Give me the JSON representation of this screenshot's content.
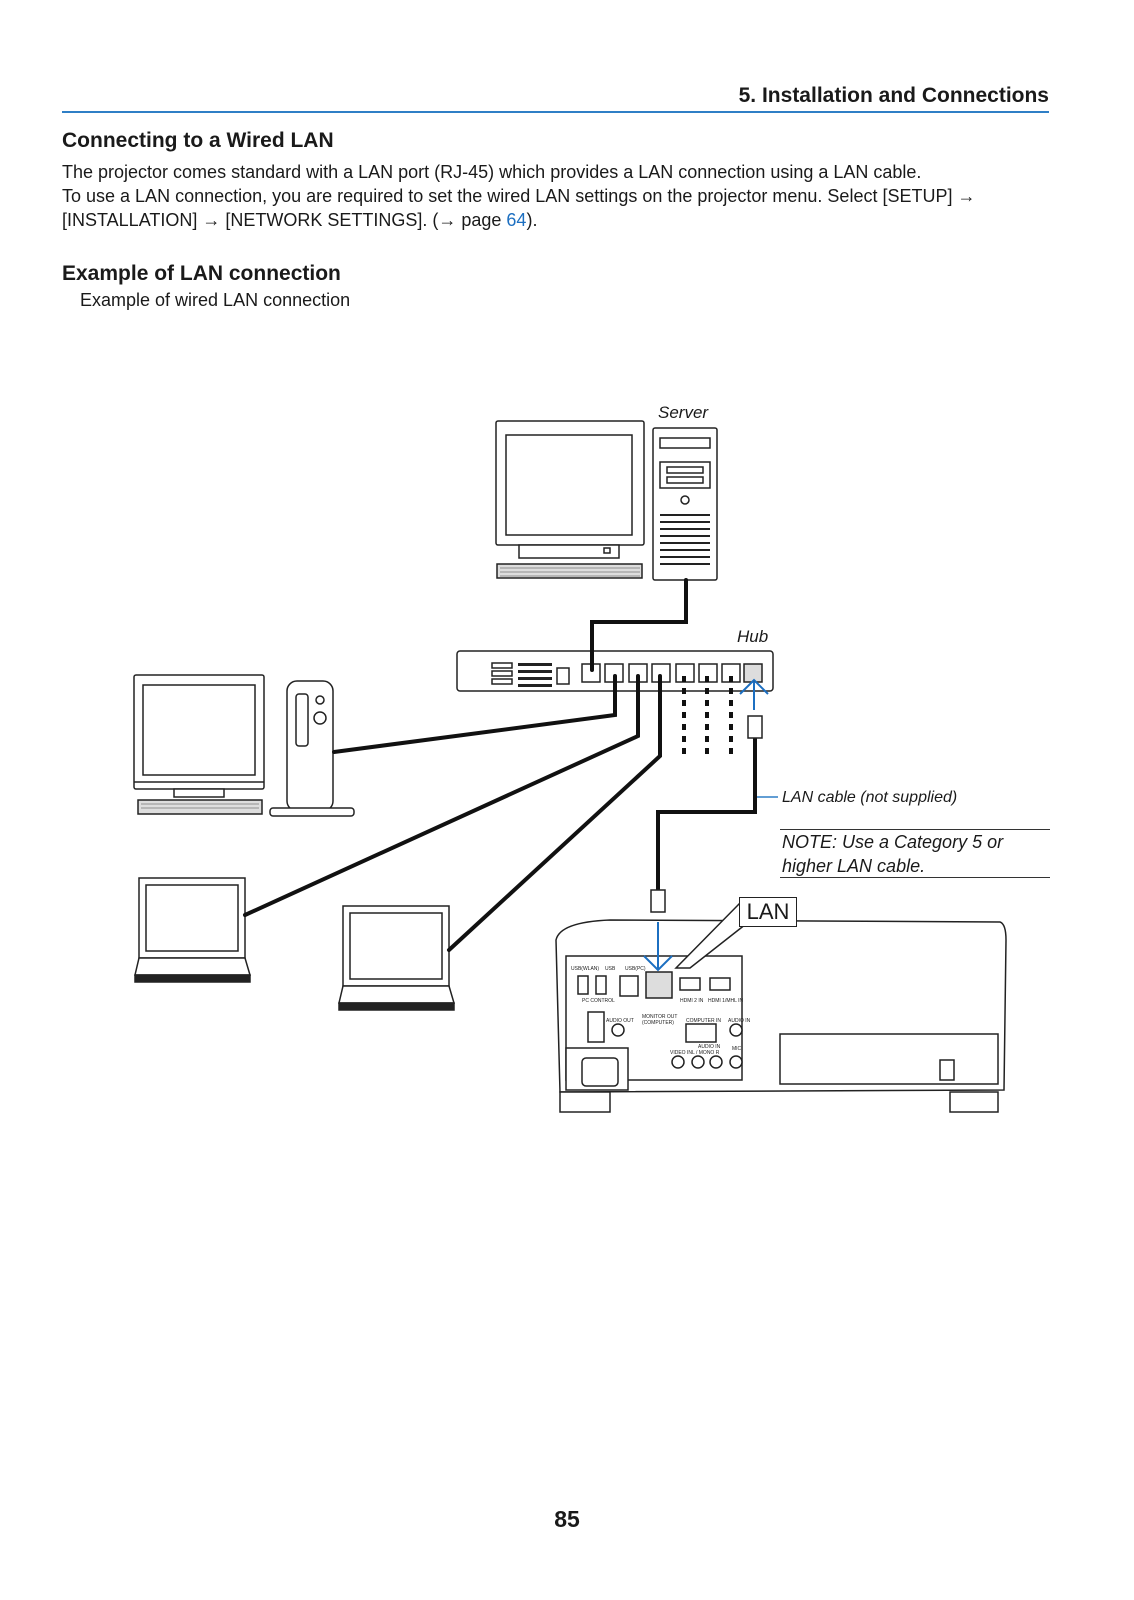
{
  "header": {
    "section": "5. Installation and Connections"
  },
  "wired_lan": {
    "heading": "Connecting to a Wired LAN",
    "line1": "The projector comes standard with a LAN port (RJ-45) which provides a LAN connection using a LAN cable.",
    "line2_pre": "To use a LAN connection, you are required to set the wired LAN settings on the projector menu. Select [SETUP] → [INSTALLATION] → [NETWORK SETTINGS]. (→ page ",
    "page_link": "64",
    "line2_post": ")."
  },
  "example": {
    "heading": "Example of LAN connection",
    "caption": "Example of wired LAN connection"
  },
  "diagram": {
    "server_label": "Server",
    "hub_label": "Hub",
    "cable_label": "LAN cable (not supplied)",
    "note": "NOTE: Use a Category 5 or higher LAN cable.",
    "lan_badge": "LAN",
    "port_labels": {
      "usb_wlan": "USB(WLAN)",
      "usb": "USB",
      "usb_pc": "USB(PC)",
      "pc_control": "PC CONTROL",
      "hdmi2": "HDMI 2 IN",
      "hdmi1": "HDMI 1/MHL IN",
      "audio_out": "AUDIO OUT",
      "monitor_out": "MONITOR OUT",
      "computer_sub": "(COMPUTER)",
      "computer_in": "COMPUTER IN",
      "audio_in": "AUDIO IN",
      "audio_in2": "AUDIO IN",
      "video_in": "VIDEO IN",
      "lmono_r": "L / MONO  R",
      "mic": "MIC"
    },
    "colors": {
      "accent": "#2f7fc6",
      "arrow": "#1c6fc1"
    }
  },
  "footer": {
    "page_number": "85"
  }
}
